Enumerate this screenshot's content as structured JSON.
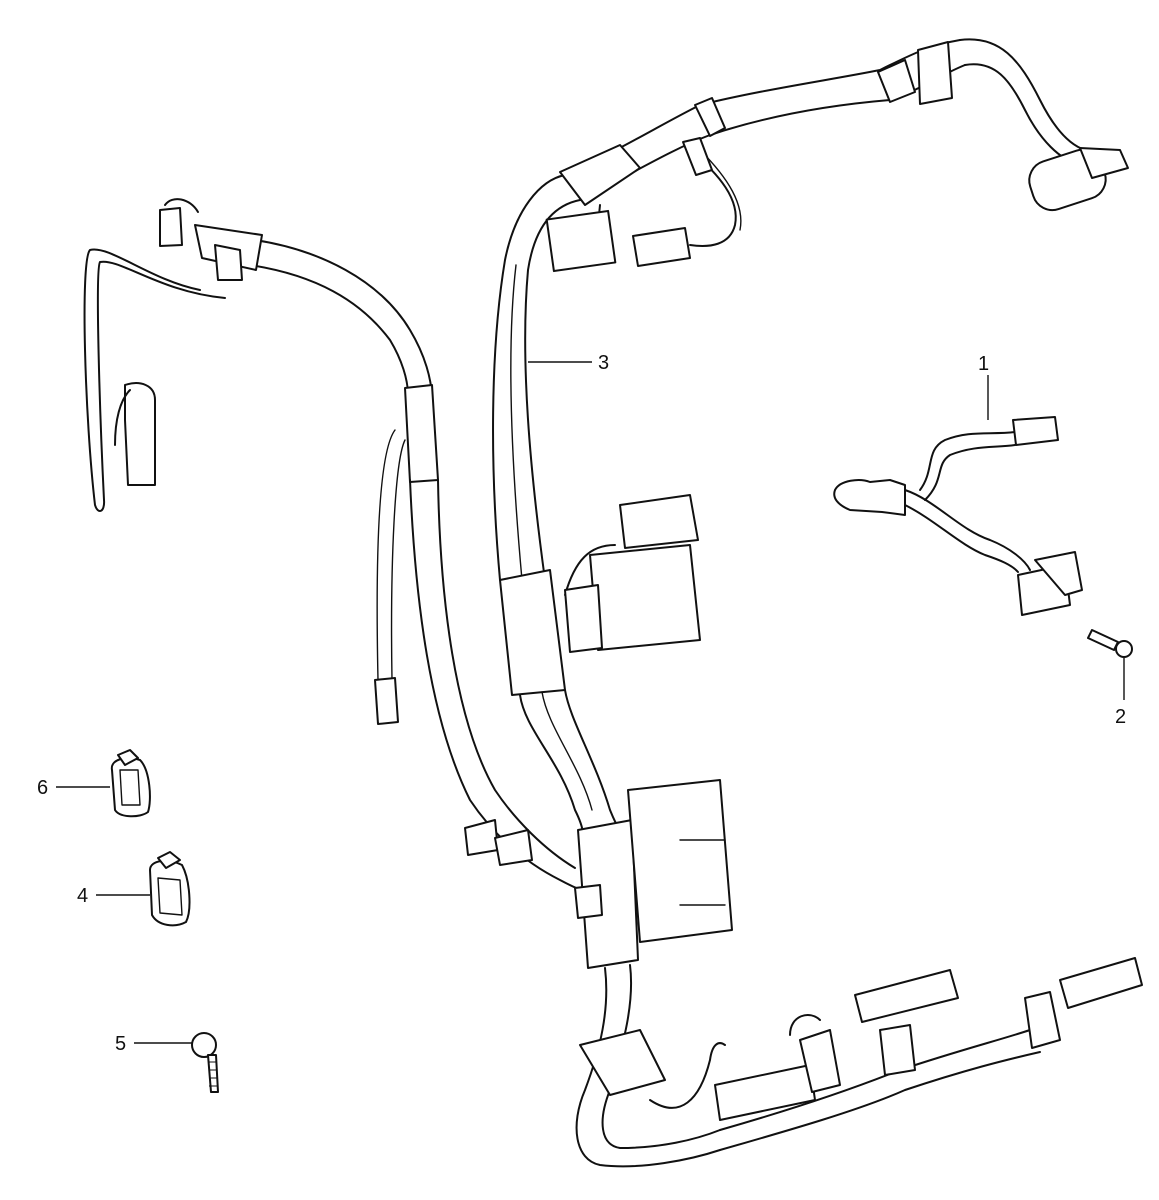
{
  "callouts": [
    {
      "id": "1",
      "label": "1"
    },
    {
      "id": "2",
      "label": "2"
    },
    {
      "id": "3",
      "label": "3"
    },
    {
      "id": "4",
      "label": "4"
    },
    {
      "id": "5",
      "label": "5"
    },
    {
      "id": "6",
      "label": "6"
    }
  ],
  "colors": {
    "ink": "#111111",
    "background": "#ffffff"
  }
}
